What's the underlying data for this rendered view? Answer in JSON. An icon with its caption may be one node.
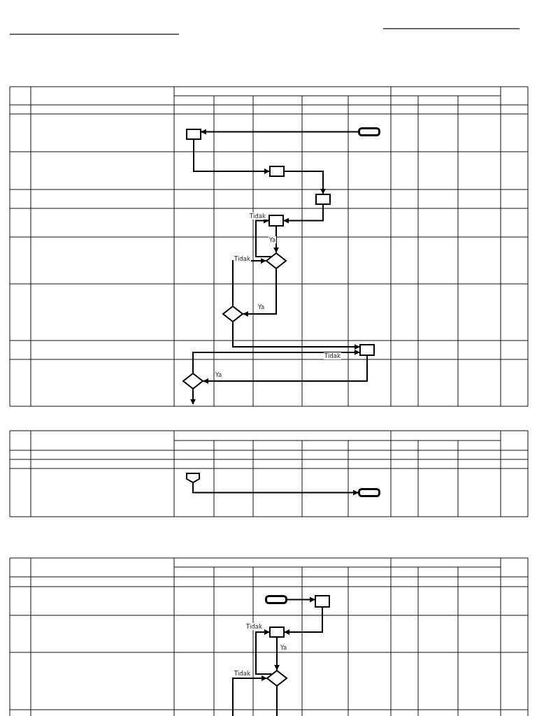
{
  "diagram": {
    "nodes": [
      {
        "text": [],
        "shape": "terminator"
      },
      {
        "text": [],
        "shape": "box"
      },
      {
        "text": [],
        "shape": "box"
      },
      {
        "text": [],
        "shape": "box"
      },
      {
        "text": [],
        "shape": "box"
      },
      {
        "text": [],
        "shape": "diamond"
      },
      {
        "text": [],
        "shape": "diamond"
      },
      {
        "text": [],
        "shape": "box"
      },
      {
        "text": [],
        "shape": "diamond"
      },
      {
        "text": [],
        "shape": "pentagon"
      },
      {
        "text": [],
        "shape": "terminator"
      },
      {
        "text": [],
        "shape": "terminator"
      },
      {
        "text": [],
        "shape": "box"
      },
      {
        "text": [],
        "shape": "box"
      },
      {
        "text": [],
        "shape": "diamond"
      }
    ],
    "edges": [
      {
        "from": 0,
        "to": 1,
        "arrow": "to"
      },
      {
        "from": 1,
        "to": 2,
        "arrow": "to"
      },
      {
        "from": 2,
        "to": 3,
        "arrow": "to"
      },
      {
        "from": 3,
        "to": 4,
        "arrow": "to"
      },
      {
        "from": 4,
        "to": 5,
        "arrow": "to",
        "label": "Ya"
      },
      {
        "from": 5,
        "to": 4,
        "arrow": "to",
        "label": "Tidak"
      },
      {
        "from": 6,
        "to": 5,
        "arrow": "to",
        "label": "Tidak"
      },
      {
        "from": 5,
        "to": 6,
        "arrow": "to",
        "label": "Ya"
      },
      {
        "from": 6,
        "to": 7,
        "arrow": "to"
      },
      {
        "from": 8,
        "to": 7,
        "arrow": "to",
        "label": "Tidak"
      },
      {
        "from": 7,
        "to": 8,
        "arrow": "to",
        "label": "Ya"
      },
      {
        "from": 8,
        "to": null,
        "arrow": "to"
      },
      {
        "from": 9,
        "to": 10,
        "arrow": "to"
      },
      {
        "from": 11,
        "to": 12,
        "arrow": "to"
      },
      {
        "from": 12,
        "to": 13,
        "arrow": "to"
      },
      {
        "from": 13,
        "to": 14,
        "arrow": "to",
        "label": "Ya"
      },
      {
        "from": 14,
        "to": 13,
        "arrow": "to",
        "label": "Tidak"
      },
      {
        "from": null,
        "to": 14,
        "arrow": "to",
        "label": "Tidak"
      },
      {
        "from": 14,
        "to": null,
        "arrow": "none"
      }
    ]
  }
}
